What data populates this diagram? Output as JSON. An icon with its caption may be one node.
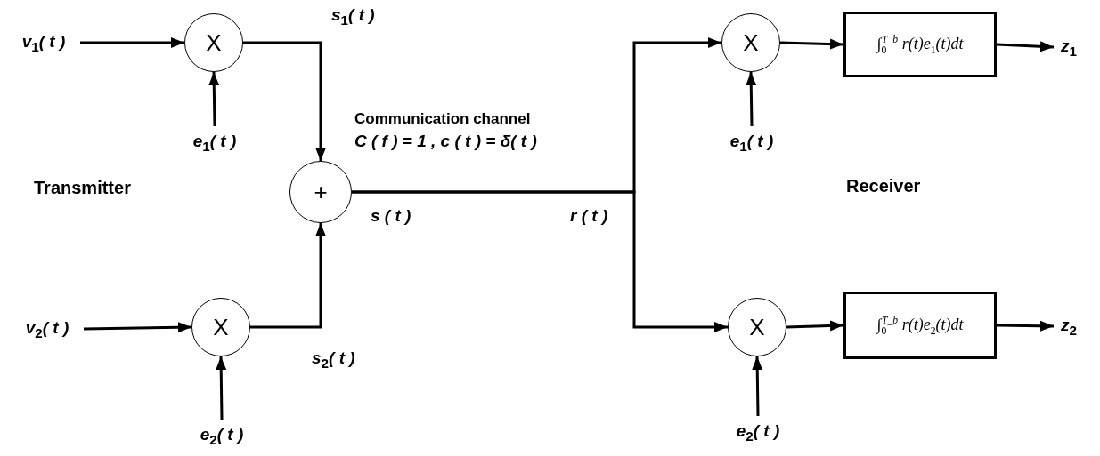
{
  "diagram": {
    "nodes": [
      {
        "text": [
          "v$_{1}$( t )"
        ]
      },
      {
        "text": [
          "X"
        ]
      },
      {
        "text": [
          "e$_{1}$( t )"
        ]
      },
      {
        "text": [
          "v$_{2}$( t )"
        ]
      },
      {
        "text": [
          "X"
        ]
      },
      {
        "text": [
          "e$_{2}$( t )"
        ]
      },
      {
        "text": [
          "+"
        ]
      },
      {
        "text": [
          "X"
        ]
      },
      {
        "text": [
          "e$_{1}$( t )"
        ]
      },
      {
        "text": [
          "∫$_{0}$$^{T_b}$ r(t)e$_{1}$(t)dt"
        ]
      },
      {
        "text": [
          "z$_{1}$"
        ]
      },
      {
        "text": [
          "X"
        ]
      },
      {
        "text": [
          "e$_{2}$( t )"
        ]
      },
      {
        "text": [
          "∫$_{0}$$^{T_b}$ r(t)e$_{2}$(t)dt"
        ]
      },
      {
        "text": [
          "z$_{2}$"
        ]
      }
    ],
    "edges": [
      {
        "from": 0,
        "to": 1,
        "arrow": "to"
      },
      {
        "from": 2,
        "to": 1,
        "arrow": "to"
      },
      {
        "from": 1,
        "to": 6,
        "arrow": "to"
      },
      {
        "from": 3,
        "to": 4,
        "arrow": "to"
      },
      {
        "from": 5,
        "to": 4,
        "arrow": "to"
      },
      {
        "from": 4,
        "to": 6,
        "arrow": "to"
      },
      {
        "from": 6,
        "to": 7,
        "arrow": "to"
      },
      {
        "from": 6,
        "to": 11,
        "arrow": "to"
      },
      {
        "from": 8,
        "to": 7,
        "arrow": "to"
      },
      {
        "from": 7,
        "to": 9,
        "arrow": "to"
      },
      {
        "from": 9,
        "to": 10,
        "arrow": "to"
      },
      {
        "from": 12,
        "to": 11,
        "arrow": "to"
      },
      {
        "from": 11,
        "to": 13,
        "arrow": "to"
      },
      {
        "from": 13,
        "to": 14,
        "arrow": "to"
      }
    ],
    "labels": [
      "s$_{1}$( t )",
      "Communication channel",
      "C ( f ) = 1 , c ( t ) = δ( t )",
      "Transmitter",
      "s ( t )",
      "r ( t )",
      "Receiver",
      "s$_{2}$( t )"
    ]
  }
}
